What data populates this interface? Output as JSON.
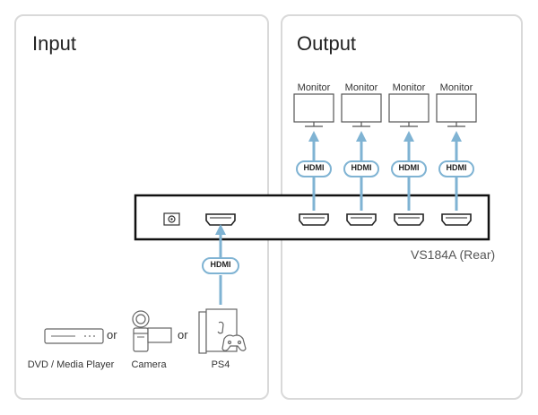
{
  "input": {
    "title": "Input",
    "sources": [
      {
        "label": "DVD / Media Player",
        "icon": "dvd-player-icon"
      },
      {
        "label": "Camera",
        "icon": "camera-icon"
      },
      {
        "label": "PS4",
        "icon": "ps4-console-icon"
      }
    ],
    "connector_word": "or",
    "cable_label": "HDMI"
  },
  "output": {
    "title": "Output",
    "monitors": [
      {
        "label": "Monitor",
        "cable_label": "HDMI"
      },
      {
        "label": "Monitor",
        "cable_label": "HDMI"
      },
      {
        "label": "Monitor",
        "cable_label": "HDMI"
      },
      {
        "label": "Monitor",
        "cable_label": "HDMI"
      }
    ]
  },
  "device": {
    "name": "VS184A (Rear)"
  },
  "colors": {
    "cable": "#7fb3d3",
    "panel_border": "#d9d9d9",
    "device_border": "#111111",
    "icon_stroke": "#555555"
  }
}
